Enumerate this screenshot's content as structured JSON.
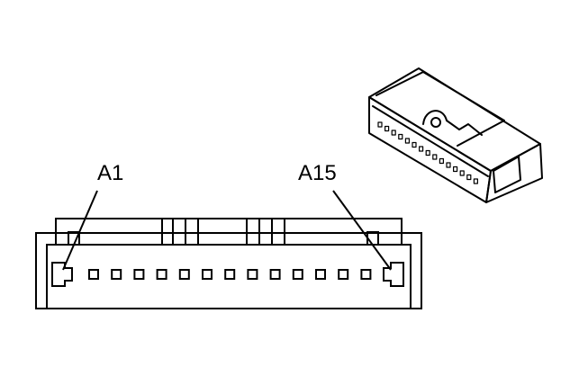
{
  "labels": {
    "first_pin": "A1",
    "last_pin": "A15"
  },
  "connector": {
    "cavity_count": 15
  },
  "colors": {
    "ink": "#000000",
    "paper": "#ffffff"
  }
}
